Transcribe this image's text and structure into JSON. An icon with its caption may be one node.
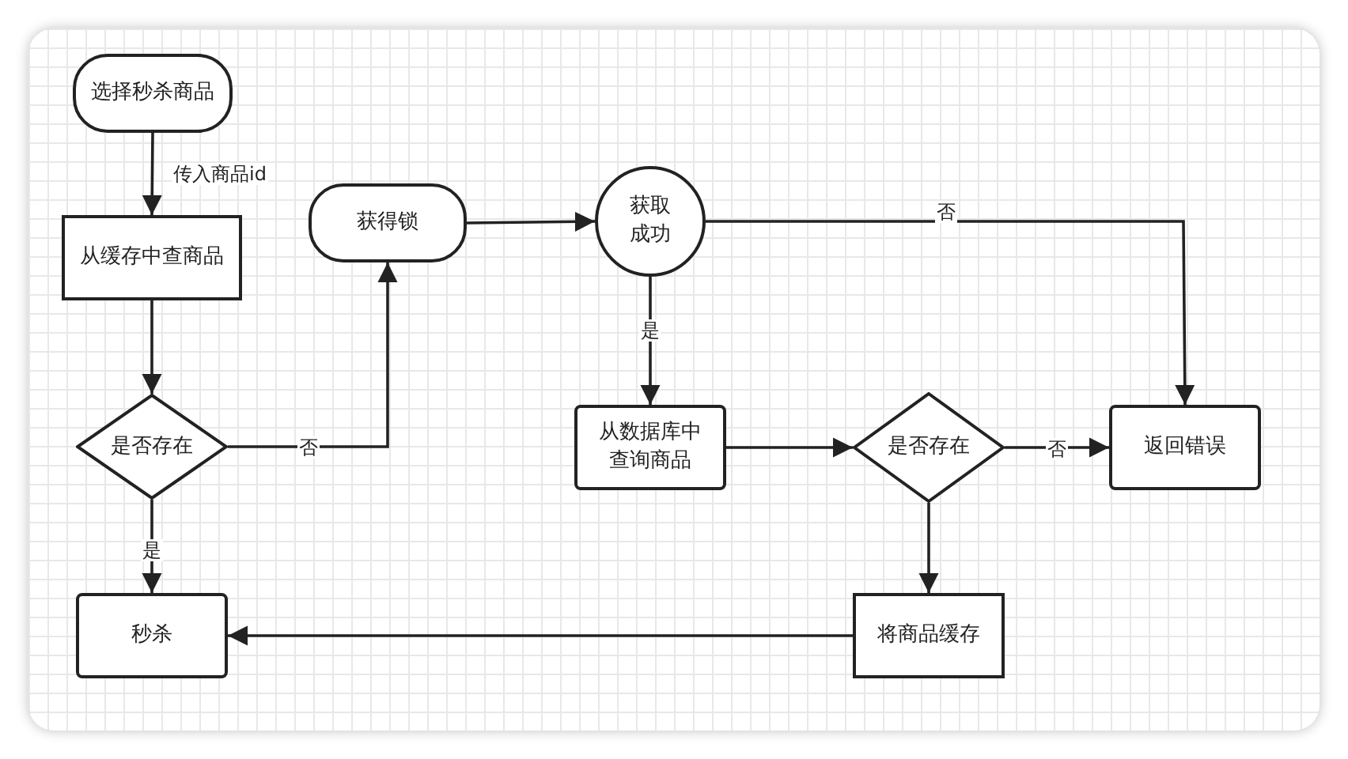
{
  "diagram": {
    "nodes": [
      {
        "text": [
          "选择秒杀商品"
        ]
      },
      {
        "text": [
          "从缓存中查商品"
        ]
      },
      {
        "text": [
          "是否存在"
        ]
      },
      {
        "text": [
          "秒杀"
        ]
      },
      {
        "text": [
          "获得锁"
        ]
      },
      {
        "text": [
          "获取成功"
        ]
      },
      {
        "text": [
          "从数据库中查询商品"
        ]
      },
      {
        "text": [
          "是否存在"
        ]
      },
      {
        "text": [
          "返回错误"
        ]
      },
      {
        "text": [
          "将商品缓存"
        ]
      }
    ],
    "edges": [
      {
        "from": 0,
        "to": 1,
        "arrow": "to",
        "label": "传入商品id"
      },
      {
        "from": 1,
        "to": 2,
        "arrow": "to"
      },
      {
        "from": 2,
        "to": 3,
        "arrow": "to",
        "label": "是"
      },
      {
        "from": 2,
        "to": 4,
        "arrow": "to",
        "label": "否"
      },
      {
        "from": 4,
        "to": 5,
        "arrow": "to"
      },
      {
        "from": 5,
        "to": 8,
        "arrow": "to",
        "label": "否"
      },
      {
        "from": 5,
        "to": 6,
        "arrow": "to",
        "label": "是"
      },
      {
        "from": 6,
        "to": 7,
        "arrow": "to"
      },
      {
        "from": 7,
        "to": 8,
        "arrow": "to",
        "label": "否"
      },
      {
        "from": 7,
        "to": 9,
        "arrow": "to"
      },
      {
        "from": 9,
        "to": 3,
        "arrow": "to"
      }
    ]
  }
}
